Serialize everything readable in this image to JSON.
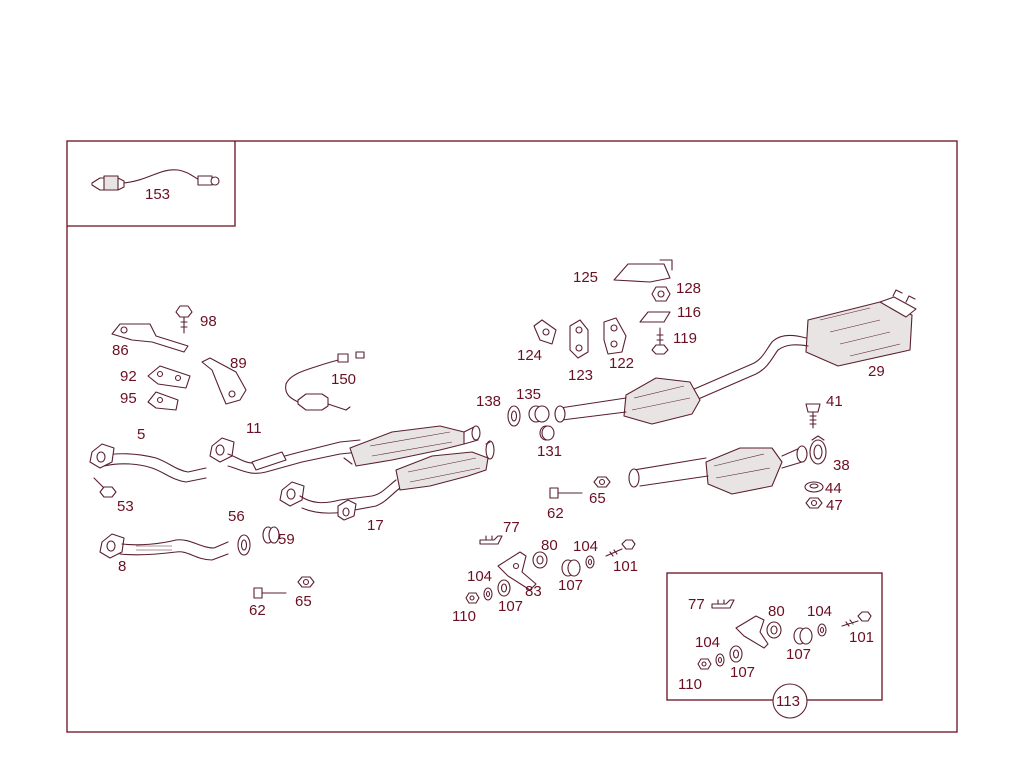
{
  "colors": {
    "label": "#6b0f22",
    "line": "#5a2030",
    "background": "#ffffff"
  },
  "labels": {
    "p153": "153",
    "p125": "125",
    "p128": "128",
    "p116": "116",
    "p119": "119",
    "p124": "124",
    "p123": "123",
    "p122": "122",
    "p29": "29",
    "p98": "98",
    "p86": "86",
    "p89": "89",
    "p92": "92",
    "p95": "95",
    "p150": "150",
    "p138": "138",
    "p135": "135",
    "p131": "131",
    "p41": "41",
    "p38": "38",
    "p5": "5",
    "p11": "11",
    "p53": "53",
    "p17": "17",
    "p62a": "62",
    "p65a": "65",
    "p44": "44",
    "p47": "47",
    "p56": "56",
    "p59": "59",
    "p8": "8",
    "p62b": "62",
    "p65b": "65",
    "p77a": "77",
    "p80a": "80",
    "p104a": "104",
    "p101a": "101",
    "p104b": "104",
    "p83": "83",
    "p107a": "107",
    "p107b": "107",
    "p110a": "110",
    "p77b": "77",
    "p80b": "80",
    "p104c": "104",
    "p101b": "101",
    "p104d": "104",
    "p107c": "107",
    "p107d": "107",
    "p110b": "110",
    "p113": "113"
  }
}
